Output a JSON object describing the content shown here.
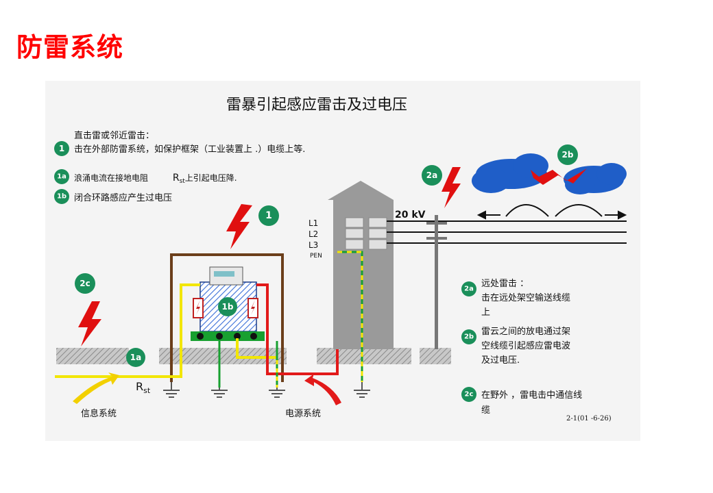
{
  "slide": {
    "title": "防雷系统"
  },
  "diagram": {
    "title": "雷暴引起感应雷击及过电压",
    "intro": "直击雷或邻近雷击：",
    "badges": {
      "b1": "1",
      "b1a": "1a",
      "b1b": "1b",
      "b2a": "2a",
      "b2b": "2b",
      "b2c": "2c"
    },
    "legend_left": {
      "item1": "击在外部防雷系统，如保护框架（工业装置上 .）电缆上等.",
      "item1a_pre": "浪涌电流在接地电阻",
      "item1a_r": "R",
      "item1a_sub": "st",
      "item1a_post": "上引起电压降.",
      "item1b": "闭合环路感应产生过电压"
    },
    "legend_right": {
      "item2a_line1": "远处雷击 ：",
      "item2a_line2": "击在远处架空输送线缆",
      "item2a_line3": "上",
      "item2b_line1": "雷云之间的放电通过架",
      "item2b_line2": "空线缆引起感应雷电波",
      "item2b_line3": "及过电压.",
      "item2c_line1": "在野外 ，雷电击中通信线",
      "item2c_line2": "缆"
    },
    "voltage": "20 kV",
    "lines": [
      "L1",
      "L2",
      "L3",
      "PEN"
    ],
    "rst_main": "R",
    "rst_sub": "st",
    "label_info_system": "信息系统",
    "label_power_system": "电源系统",
    "ref_code": "2-1(01 -6-26)",
    "colors": {
      "title_red": "#ff0000",
      "badge_green": "#1a8f5a",
      "lightning_red": "#e01010",
      "cloud_blue": "#1f5ec8",
      "frame_brown": "#6b3e1a",
      "cable_yellow": "#f2e600",
      "cable_red": "#e21a1a",
      "ground_green": "#18a030",
      "ground_hatch": "#9a9a9a"
    }
  }
}
